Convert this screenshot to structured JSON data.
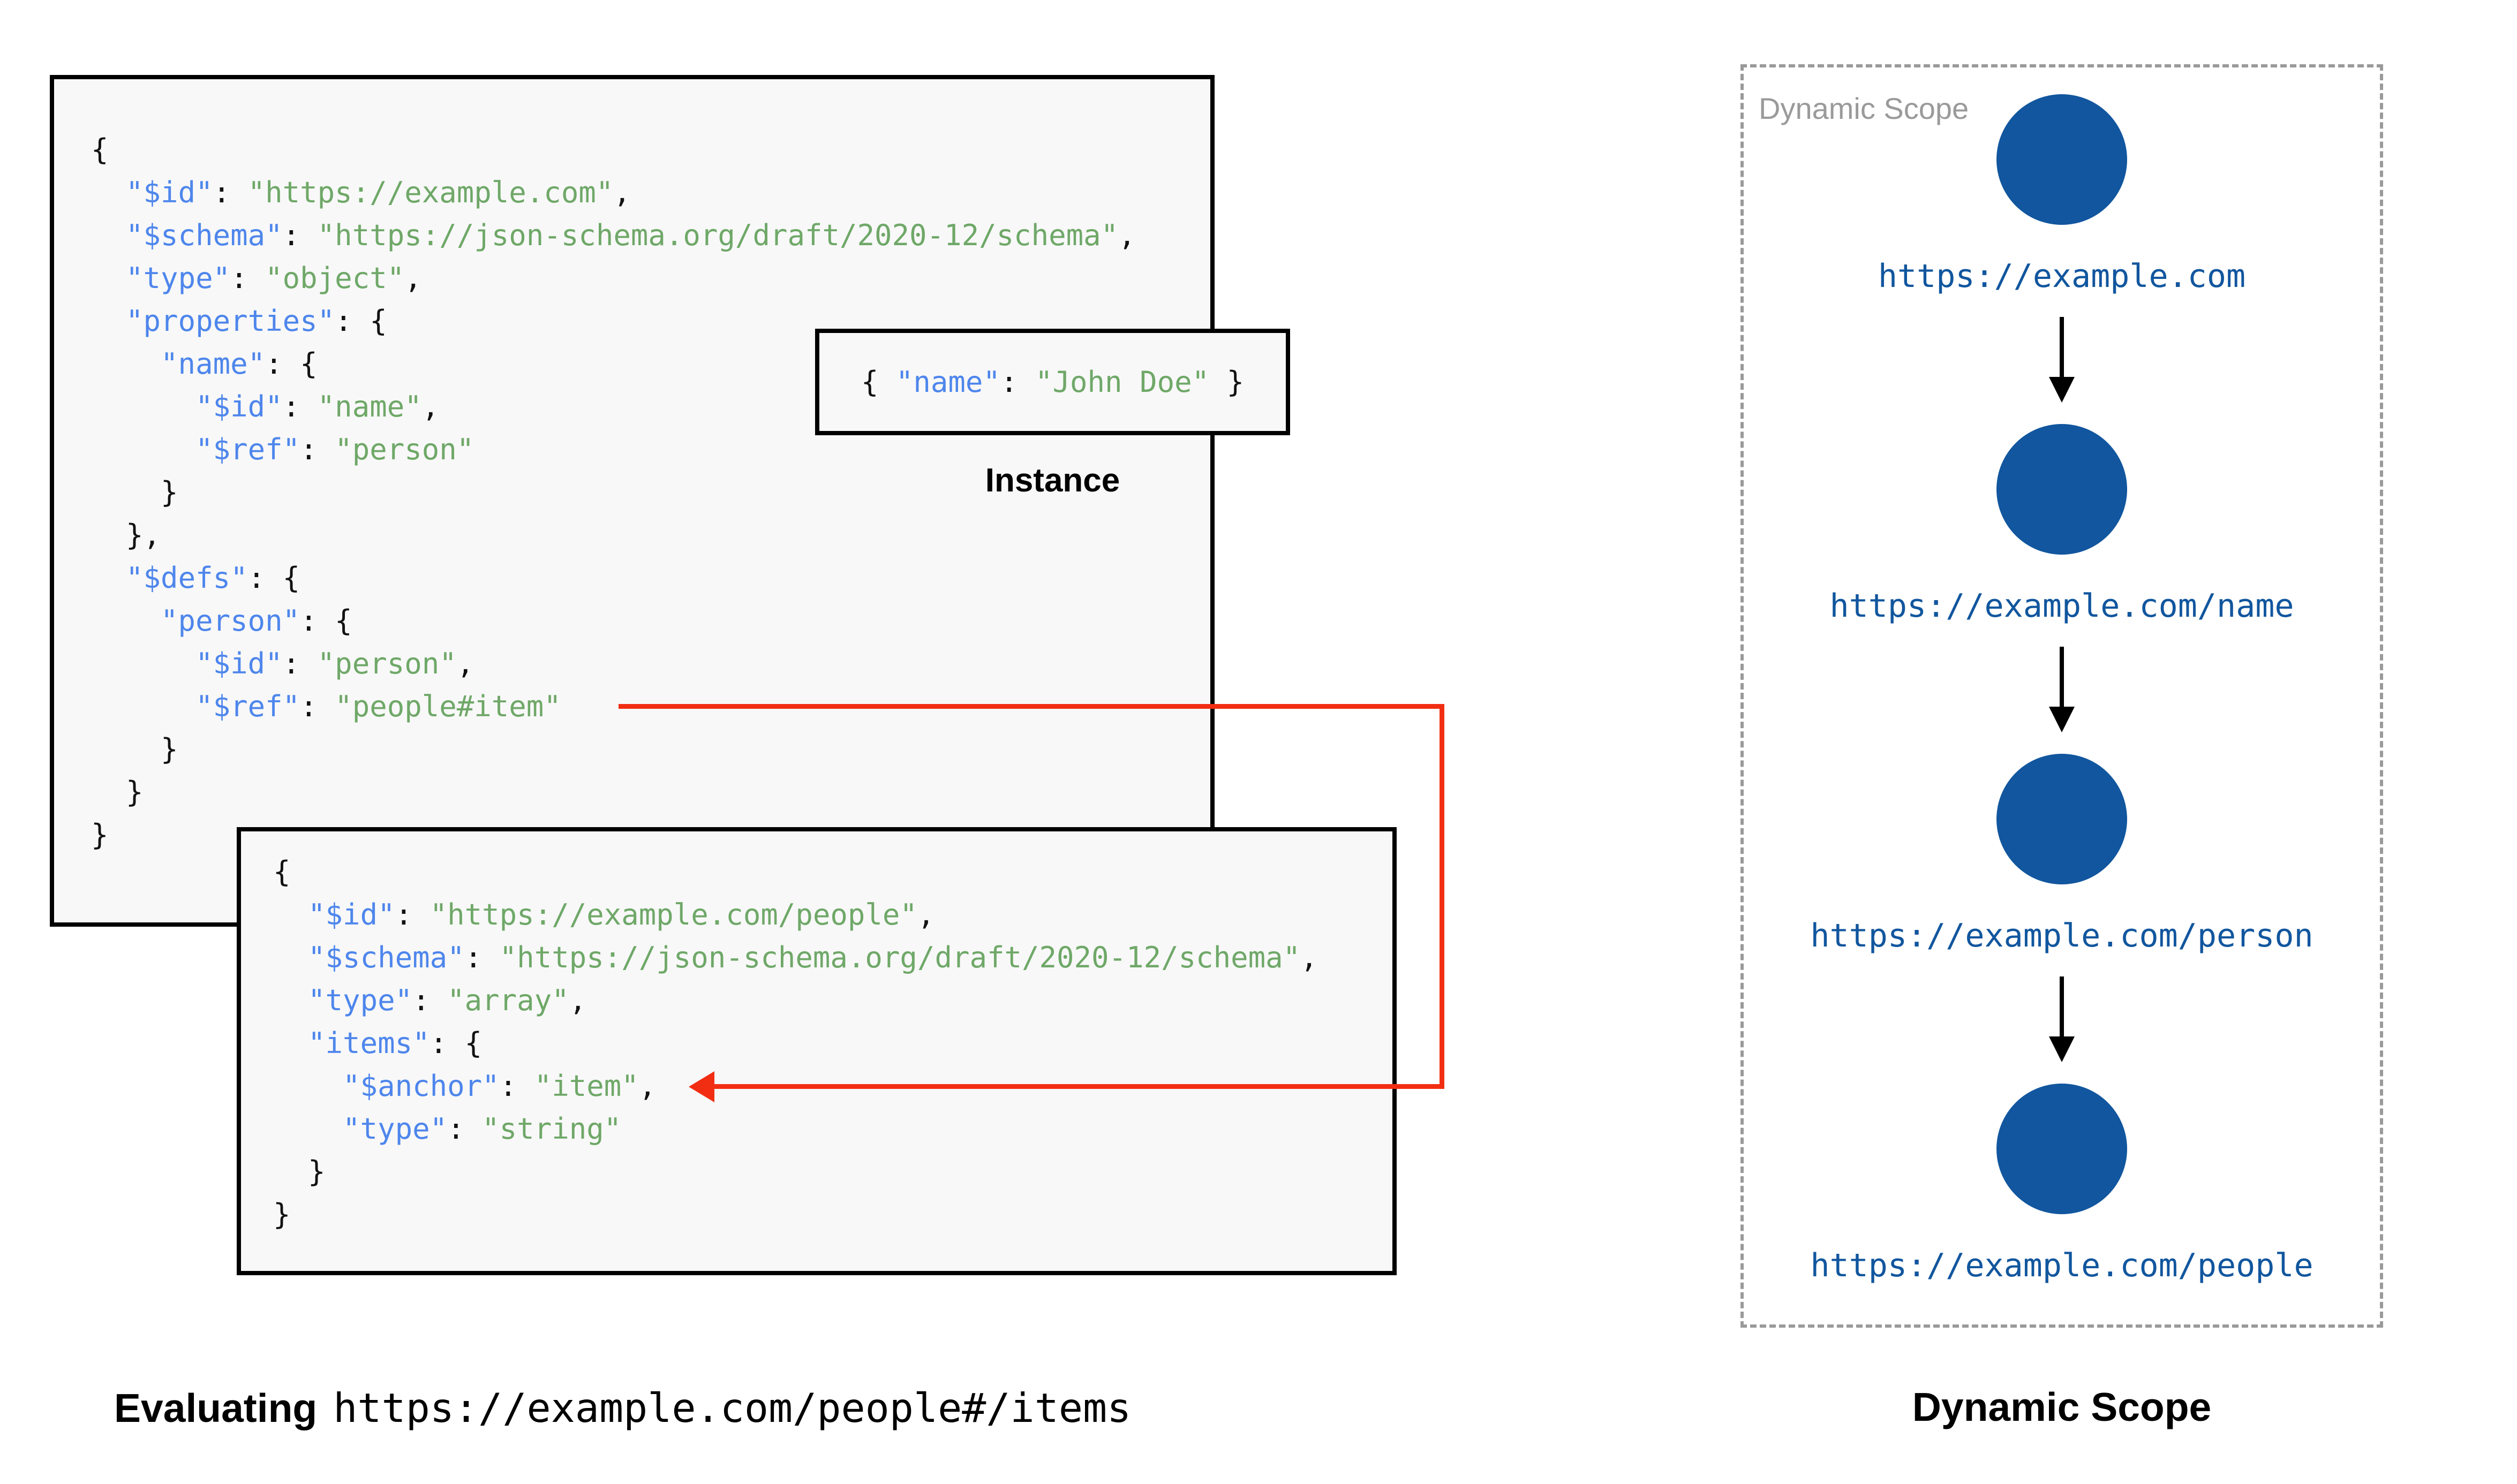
{
  "colors": {
    "ink": "#121212",
    "key_blue": "#4e86ec",
    "string_green": "#6fa868",
    "node_blue": "#11569e",
    "arrow_red": "#f22e12",
    "box_background": "#f8f8f8",
    "muted_gray": "#9a9a9a"
  },
  "root_schema": {
    "lines": [
      [
        [
          "p",
          "{"
        ]
      ],
      [
        [
          "p",
          "  "
        ],
        [
          "k",
          "\"$id\""
        ],
        [
          "p",
          ": "
        ],
        [
          "s",
          "\"https://example.com\""
        ],
        [
          "p",
          ","
        ]
      ],
      [
        [
          "p",
          "  "
        ],
        [
          "k",
          "\"$schema\""
        ],
        [
          "p",
          ": "
        ],
        [
          "s",
          "\"https://json-schema.org/draft/2020-12/schema\""
        ],
        [
          "p",
          ","
        ]
      ],
      [
        [
          "p",
          "  "
        ],
        [
          "k",
          "\"type\""
        ],
        [
          "p",
          ": "
        ],
        [
          "s",
          "\"object\""
        ],
        [
          "p",
          ","
        ]
      ],
      [
        [
          "p",
          "  "
        ],
        [
          "k",
          "\"properties\""
        ],
        [
          "p",
          ": {"
        ]
      ],
      [
        [
          "p",
          "    "
        ],
        [
          "k",
          "\"name\""
        ],
        [
          "p",
          ": {"
        ]
      ],
      [
        [
          "p",
          "      "
        ],
        [
          "k",
          "\"$id\""
        ],
        [
          "p",
          ": "
        ],
        [
          "s",
          "\"name\""
        ],
        [
          "p",
          ","
        ]
      ],
      [
        [
          "p",
          "      "
        ],
        [
          "k",
          "\"$ref\""
        ],
        [
          "p",
          ": "
        ],
        [
          "s",
          "\"person\""
        ]
      ],
      [
        [
          "p",
          "    }"
        ]
      ],
      [
        [
          "p",
          "  },"
        ]
      ],
      [
        [
          "p",
          "  "
        ],
        [
          "k",
          "\"$defs\""
        ],
        [
          "p",
          ": {"
        ]
      ],
      [
        [
          "p",
          "    "
        ],
        [
          "k",
          "\"person\""
        ],
        [
          "p",
          ": {"
        ]
      ],
      [
        [
          "p",
          "      "
        ],
        [
          "k",
          "\"$id\""
        ],
        [
          "p",
          ": "
        ],
        [
          "s",
          "\"person\""
        ],
        [
          "p",
          ","
        ]
      ],
      [
        [
          "p",
          "      "
        ],
        [
          "k",
          "\"$ref\""
        ],
        [
          "p",
          ": "
        ],
        [
          "s",
          "\"people#item\""
        ]
      ],
      [
        [
          "p",
          "    }"
        ]
      ],
      [
        [
          "p",
          "  }"
        ]
      ],
      [
        [
          "p",
          "}"
        ]
      ]
    ]
  },
  "people_schema": {
    "lines": [
      [
        [
          "p",
          "{"
        ]
      ],
      [
        [
          "p",
          "  "
        ],
        [
          "k",
          "\"$id\""
        ],
        [
          "p",
          ": "
        ],
        [
          "s",
          "\"https://example.com/people\""
        ],
        [
          "p",
          ","
        ]
      ],
      [
        [
          "p",
          "  "
        ],
        [
          "k",
          "\"$schema\""
        ],
        [
          "p",
          ": "
        ],
        [
          "s",
          "\"https://json-schema.org/draft/2020-12/schema\""
        ],
        [
          "p",
          ","
        ]
      ],
      [
        [
          "p",
          "  "
        ],
        [
          "k",
          "\"type\""
        ],
        [
          "p",
          ": "
        ],
        [
          "s",
          "\"array\""
        ],
        [
          "p",
          ","
        ]
      ],
      [
        [
          "p",
          "  "
        ],
        [
          "k",
          "\"items\""
        ],
        [
          "p",
          ": {"
        ]
      ],
      [
        [
          "p",
          "    "
        ],
        [
          "k",
          "\"$anchor\""
        ],
        [
          "p",
          ": "
        ],
        [
          "s",
          "\"item\""
        ],
        [
          "p",
          ","
        ]
      ],
      [
        [
          "p",
          "    "
        ],
        [
          "k",
          "\"type\""
        ],
        [
          "p",
          ": "
        ],
        [
          "s",
          "\"string\""
        ]
      ],
      [
        [
          "p",
          "  }"
        ]
      ],
      [
        [
          "p",
          "}"
        ]
      ]
    ]
  },
  "instance": {
    "lines": [
      [
        [
          "p",
          "{ "
        ],
        [
          "k",
          "\"name\""
        ],
        [
          "p",
          ": "
        ],
        [
          "s",
          "\"John Doe\""
        ],
        [
          "p",
          " }"
        ]
      ]
    ],
    "label": "Instance"
  },
  "dynamic_scope": {
    "panel_label": "Dynamic Scope",
    "nodes": [
      {
        "uri": "https://example.com"
      },
      {
        "uri": "https://example.com/name"
      },
      {
        "uri": "https://example.com/person"
      },
      {
        "uri": "https://example.com/people"
      }
    ]
  },
  "captions": {
    "evaluating_label": "Evaluating",
    "evaluating_uri": "https://example.com/people#/items",
    "dynamic_scope": "Dynamic Scope"
  }
}
